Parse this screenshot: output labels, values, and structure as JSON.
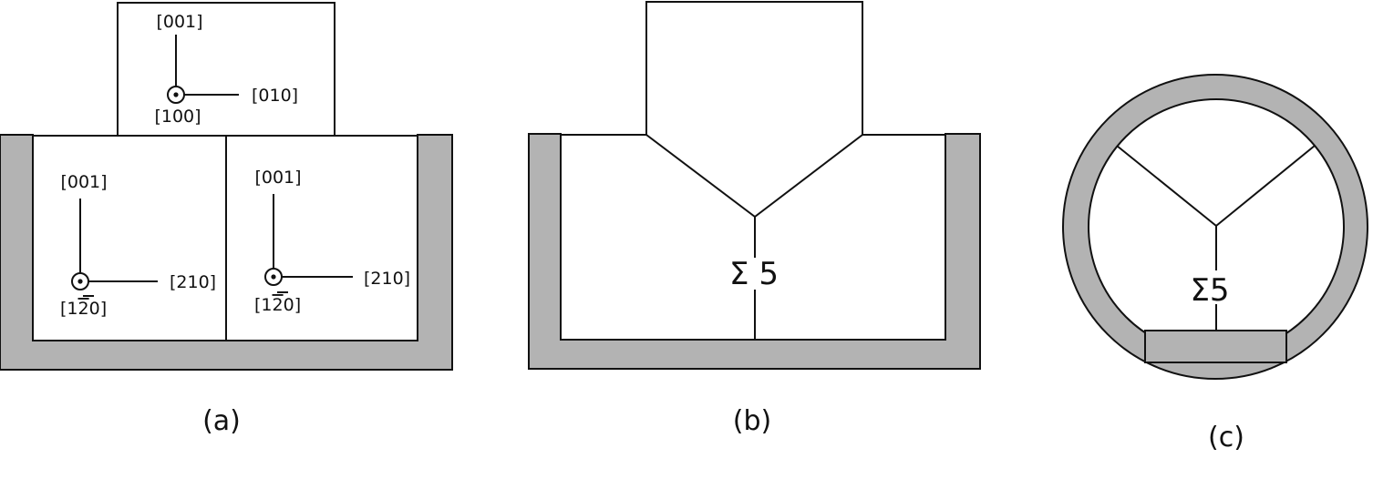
{
  "panels": {
    "a": {
      "caption": "(a)",
      "seed_axes": {
        "up": "[001]",
        "right": "[010]",
        "out": "[100]"
      },
      "left_grain_axes": {
        "up": "[001]",
        "right": "[210]",
        "out_digits": [
          "1",
          "2",
          "0"
        ]
      },
      "right_grain_axes": {
        "up": "[001]",
        "right": "[210]",
        "out_digits": [
          "1",
          "2",
          "0"
        ]
      }
    },
    "b": {
      "caption": "(b)",
      "boundary_label": "Σ 5"
    },
    "c": {
      "caption": "(c)",
      "boundary_label": "Σ5"
    }
  },
  "colors": {
    "crucible": "#b3b3b3",
    "lines": "#111111",
    "background": "#ffffff"
  }
}
